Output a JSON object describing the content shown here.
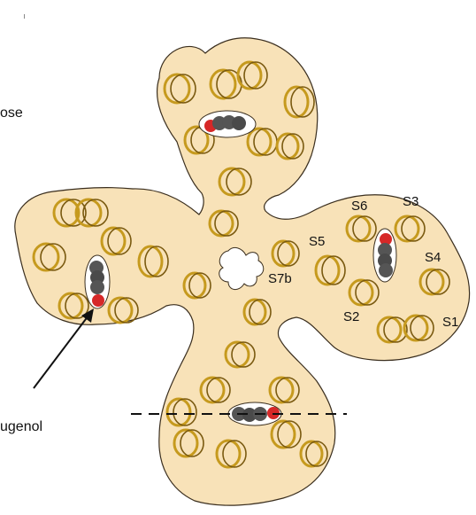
{
  "labels": {
    "label_top_left": "ose",
    "label_bottom_left": "ugenol"
  },
  "subunit_labels": [
    "S6",
    "S3",
    "S5",
    "S4",
    "S7b",
    "S2",
    "S1"
  ],
  "colors": {
    "protein_surface": "#f8e2b8",
    "surface_outline": "#3a2e1e",
    "helix": "#c69a1e",
    "helix_dark": "#7a5a10",
    "ligand_carbon": "#555555",
    "ligand_oxygen": "#d62828",
    "pore": "#ffffff"
  }
}
